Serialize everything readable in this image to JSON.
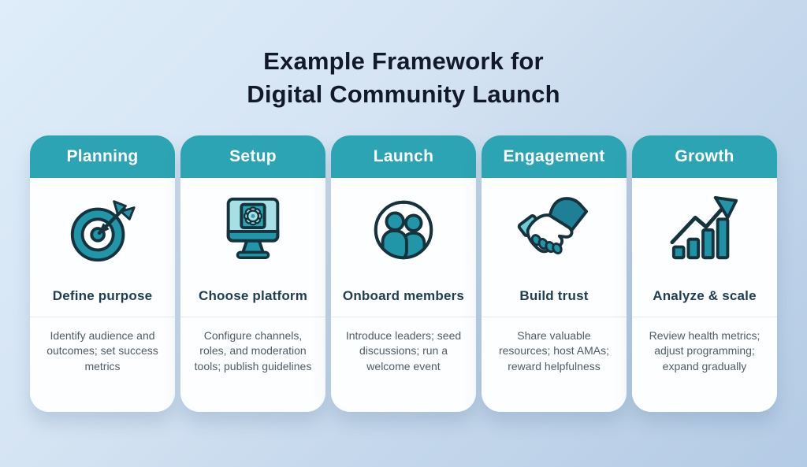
{
  "title": {
    "line1": "Example Framework for",
    "line2": "Digital Community Launch"
  },
  "columns": [
    {
      "header": "Planning",
      "icon": "target-dart-icon",
      "subtitle": "Define purpose",
      "description": "Identify audience and outcomes; set success metrics"
    },
    {
      "header": "Setup",
      "icon": "monitor-gear-icon",
      "subtitle": "Choose platform",
      "description": "Configure channels, roles, and moderation tools; publish guidelines"
    },
    {
      "header": "Launch",
      "icon": "people-circle-icon",
      "subtitle": "Onboard members",
      "description": "Introduce leaders; seed discussions; run a welcome event"
    },
    {
      "header": "Engagement",
      "icon": "handshake-icon",
      "subtitle": "Build trust",
      "description": "Share valuable resources; host AMAs; reward helpfulness"
    },
    {
      "header": "Growth",
      "icon": "bar-chart-arrow-icon",
      "subtitle": "Analyze & scale",
      "description": "Review health metrics; adjust programming; expand gradually"
    }
  ],
  "colors": {
    "header_teal": "#2da4b3",
    "icon_teal": "#2196a8",
    "icon_dark_teal": "#1e8096",
    "icon_light_teal": "#a6e0e6",
    "icon_cuff_teal": "#6ccdd6",
    "icon_outline": "#16333d",
    "title_text": "#12192a",
    "subtitle_text": "#1e3d4e",
    "body_text": "#4e5c64",
    "card_white": "#fdfeff",
    "background_top_left": "#deedf9",
    "background_bottom_right": "#b4cbe5"
  }
}
